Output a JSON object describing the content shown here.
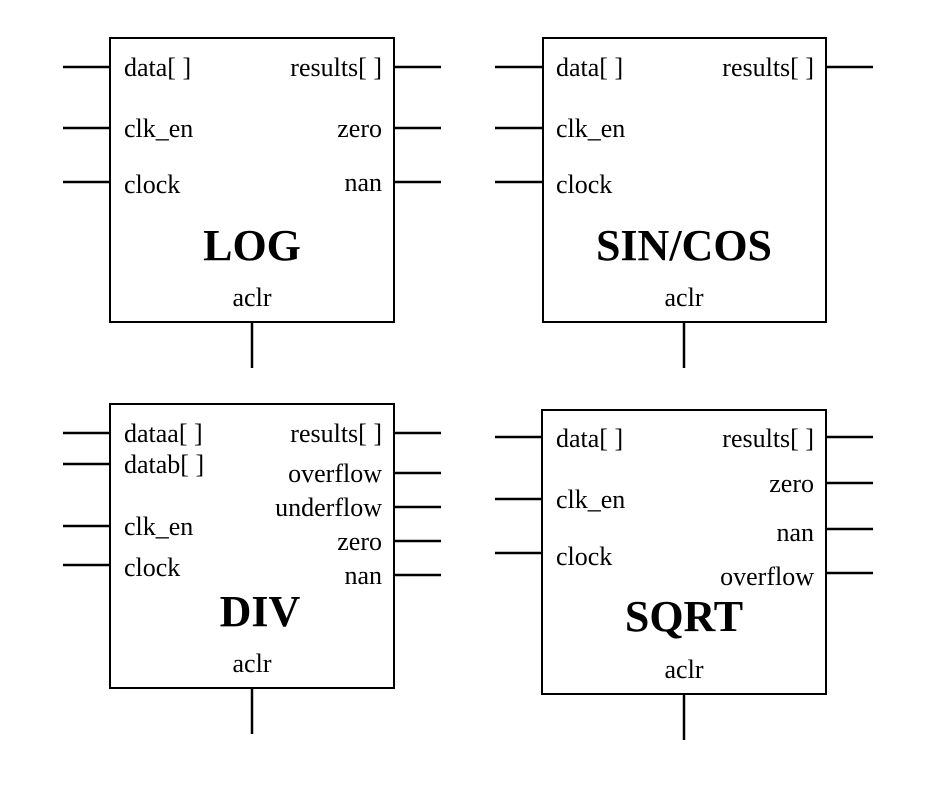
{
  "blocks": [
    {
      "id": "log",
      "title": "LOG",
      "inputs": [
        "data[ ]",
        "clk_en",
        "clock"
      ],
      "outputs": [
        "results[ ]",
        "zero",
        "nan"
      ],
      "bottom": "aclr"
    },
    {
      "id": "sincos",
      "title": "SIN/COS",
      "inputs": [
        "data[ ]",
        "clk_en",
        "clock"
      ],
      "outputs": [
        "results[ ]"
      ],
      "bottom": "aclr"
    },
    {
      "id": "div",
      "title": "DIV",
      "inputs": [
        "dataa[ ]",
        "datab[ ]",
        "clk_en",
        "clock"
      ],
      "outputs": [
        "results[ ]",
        "overflow",
        "underflow",
        "zero",
        "nan"
      ],
      "bottom": "aclr"
    },
    {
      "id": "sqrt",
      "title": "SQRT",
      "inputs": [
        "data[ ]",
        "clk_en",
        "clock"
      ],
      "outputs": [
        "results[ ]",
        "zero",
        "nan",
        "overflow"
      ],
      "bottom": "aclr"
    }
  ]
}
